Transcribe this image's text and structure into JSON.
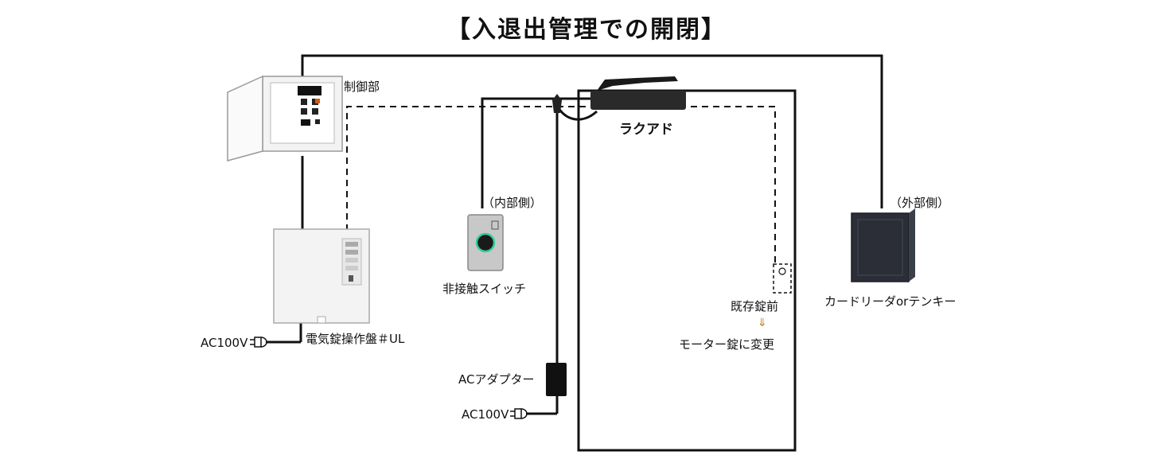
{
  "title": "【入退出管理での開閉】",
  "labels": {
    "control_unit": "制御部",
    "lakuado": "ラクアド",
    "inside": "（内部側）",
    "outside": "（外部側）",
    "touchless_switch": "非接触スイッチ",
    "existing_lock": "既存錠前",
    "arrow": "⇓",
    "motor_lock": "モーター錠に変更",
    "card_reader": "カードリーダorテンキー",
    "ac100v_panel": "AC100V",
    "electric_panel": "電気錠操作盤＃UL",
    "ac_adapter": "ACアダプター",
    "ac100v_adapter": "AC100V"
  },
  "colors": {
    "line": "#111111",
    "device_white": "#f3f3f3",
    "device_dark": "#2b2e36",
    "arrow": "#c07a1a"
  }
}
